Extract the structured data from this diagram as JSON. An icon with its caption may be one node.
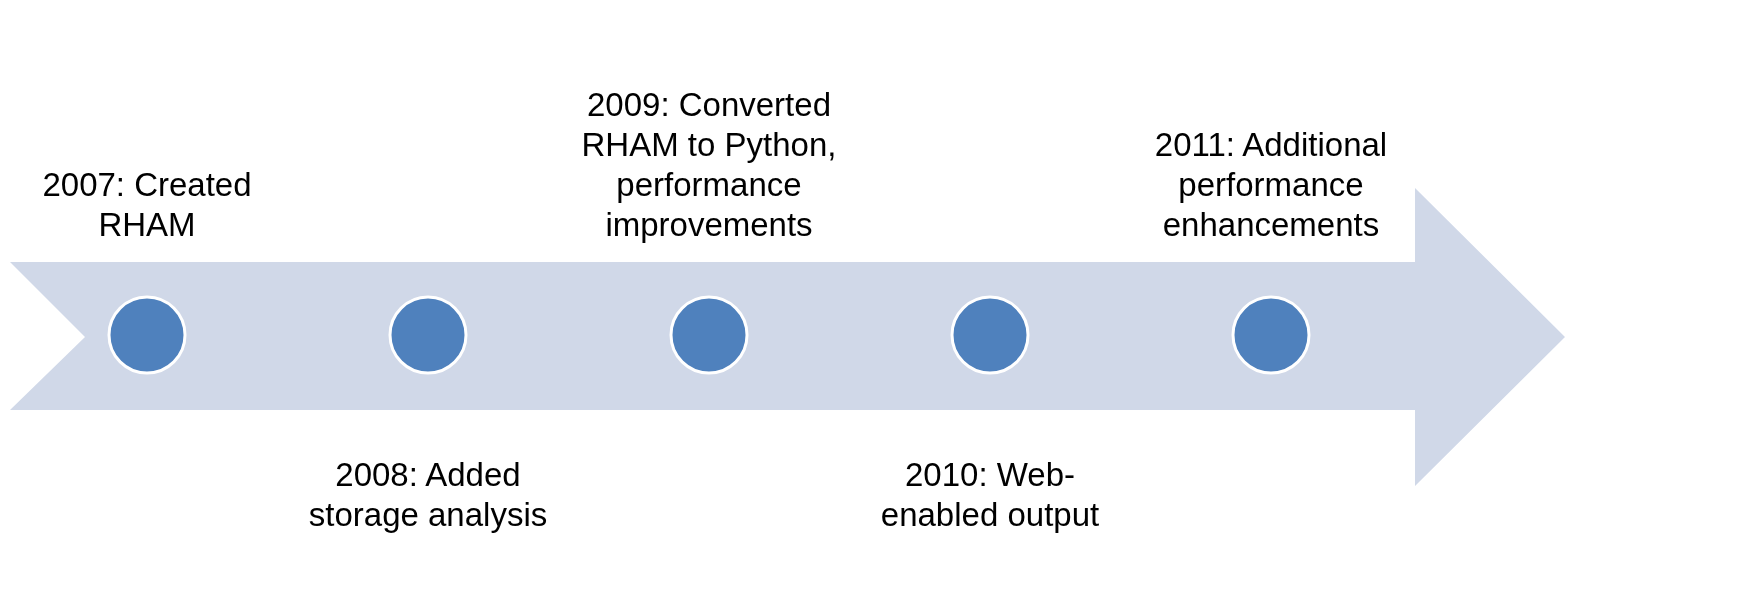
{
  "diagram": {
    "nodes": [
      {
        "text": [],
        "shape": "arrow"
      },
      {
        "text": [],
        "shape": "circle",
        "in": 0,
        "beside": [
          "2007: Created RHAM"
        ]
      },
      {
        "text": [],
        "shape": "circle",
        "in": 0,
        "beside": [
          "2008: Added storage analysis"
        ]
      },
      {
        "text": [],
        "shape": "circle",
        "in": 0,
        "beside": [
          "2009: Converted RHAM to Python, performance improvements"
        ]
      },
      {
        "text": [],
        "shape": "circle",
        "in": 0,
        "beside": [
          "2010: Web-enabled output"
        ]
      },
      {
        "text": [],
        "shape": "circle",
        "in": 0,
        "beside": [
          "2011: Additional performance enhancements"
        ]
      }
    ]
  }
}
